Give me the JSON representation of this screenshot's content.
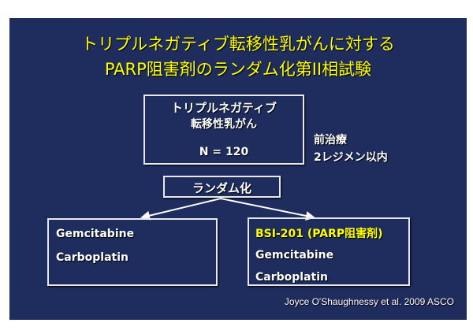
{
  "title": {
    "line1": "トリプルネガティブ転移性乳がんに対する",
    "line2": "PARP阻害剤のランダム化第II相試験"
  },
  "population_box": {
    "line1": "トリプルネガティブ",
    "line2": "転移性乳がん",
    "n": "N = 120"
  },
  "prior_treatment": {
    "line1": "前治療",
    "line2": "2レジメン以内"
  },
  "randomization": "ランダム化",
  "control_arm": {
    "items": [
      "Gemcitabine",
      "Carboplatin"
    ]
  },
  "experimental_arm": {
    "highlight": "BSI-201 (PARP阻害剤)",
    "items": [
      "Gemcitabine",
      "Carboplatin"
    ]
  },
  "citation": "Joyce O'Shaughnessy et al. 2009 ASCO",
  "colors": {
    "background": "#1e2d5e",
    "title": "#ffff00",
    "text": "#ffffff"
  }
}
